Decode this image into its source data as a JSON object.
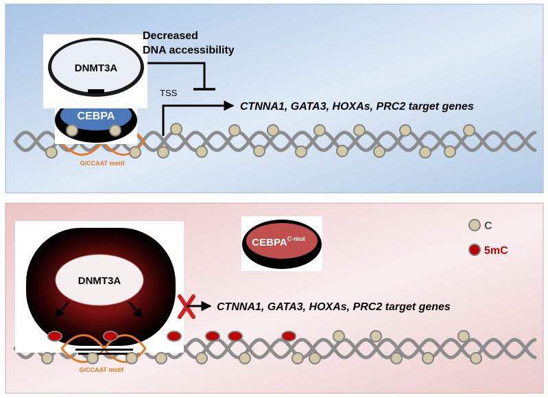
{
  "top_panel": {
    "dnmt3a_label": "DNMT3A",
    "cebpa_label": "CEBPA",
    "effect_line1": "Decreased",
    "effect_line2": "DNA accessibility",
    "tss_label": "TSS",
    "target_genes": "CTNNA1, GATA3,  HOXAs, PRC2 target genes",
    "motif_label": "G/CCAAT motif"
  },
  "bottom_panel": {
    "dnmt3a_label": "DNMT3A",
    "cebpa_base": "CEBPA",
    "cebpa_sup": "C-mut",
    "target_genes": "CTNNA1, GATA3,  HOXAs, PRC2 target genes",
    "motif_label": "G/CCAAT motif"
  },
  "legend": {
    "c_label": "C",
    "mc_label": "5mC"
  },
  "colors": {
    "top_bg": "#c3d6ec",
    "bottom_bg": "#f2dcdc",
    "cebpa_blue": "#4a78b8",
    "cebpa_red": "#c0504d",
    "motif_orange": "#e87722",
    "cytosine": "#d4c9a6",
    "methyl": "#c00000",
    "dna": "#8c8c8c"
  },
  "icons": {
    "block": "red-x-icon"
  }
}
